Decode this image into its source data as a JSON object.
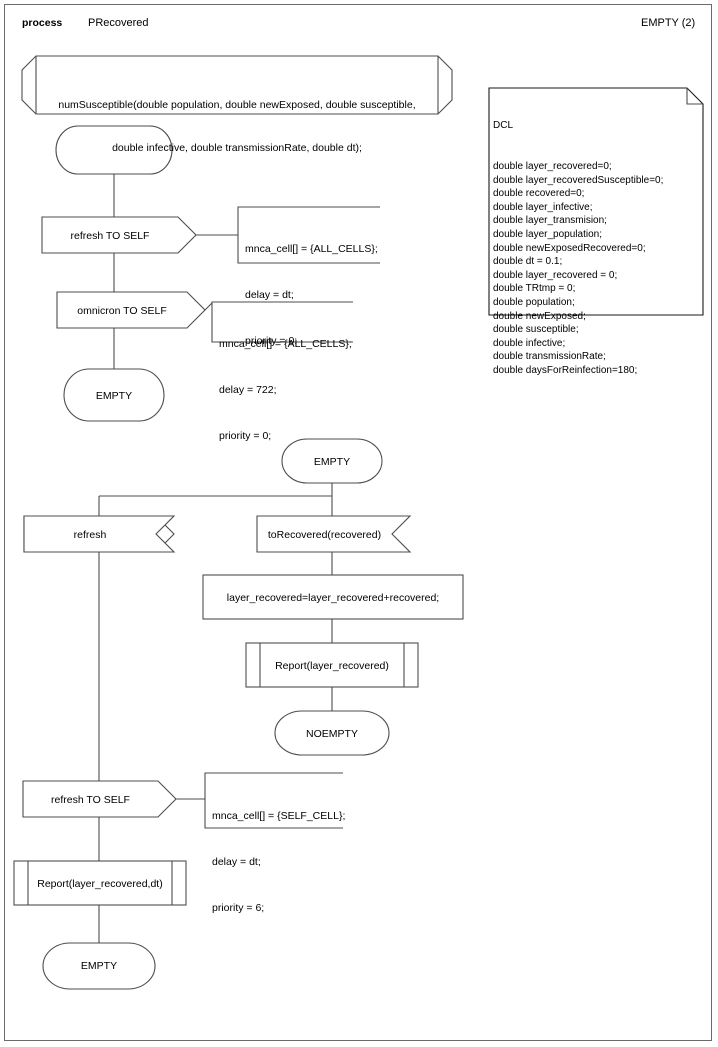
{
  "header": {
    "keyword": "process",
    "name": "PRecovered",
    "state_count": "EMPTY (2)"
  },
  "dcl": {
    "title": "DCL",
    "lines": [
      "double layer_recovered=0;",
      "double layer_recoveredSusceptible=0;",
      "double recovered=0;",
      "double layer_infective;",
      "double layer_transmision;",
      "double layer_population;",
      "double newExposedRecovered=0;",
      "double dt = 0.1;",
      "double layer_recovered = 0;",
      "double TRtmp = 0;",
      "double population;",
      "double newExposed;",
      "double susceptible;",
      "double infective;",
      "double transmissionRate;",
      "double daysForReinfection=180;"
    ]
  },
  "nodes": {
    "procedure_decl": {
      "line1": "numSusceptible(double population, double newExposed, double susceptible,",
      "line2": "double infective, double transmissionRate, double dt);"
    },
    "start_state": {
      "label": ""
    },
    "output_refresh_self_1": {
      "label": "refresh TO SELF"
    },
    "output_omnicron_self": {
      "label": "omnicron TO SELF"
    },
    "state_empty_1": {
      "label": "EMPTY"
    },
    "state_empty_2": {
      "label": "EMPTY"
    },
    "input_refresh": {
      "label": "refresh"
    },
    "input_to_recovered": {
      "label": "toRecovered(recovered)"
    },
    "task_layer_recovered": {
      "label": "layer_recovered=layer_recovered+recovered;"
    },
    "call_report_1": {
      "label": "Report(layer_recovered)"
    },
    "state_noempty": {
      "label": "NOEMPTY"
    },
    "output_refresh_self_2": {
      "label": "refresh TO SELF"
    },
    "call_report_2": {
      "label": "Report(layer_recovered,dt)"
    },
    "state_empty_3": {
      "label": "EMPTY"
    }
  },
  "comments": {
    "comment_refresh_1": {
      "lines": [
        "mnca_cell[] = {ALL_CELLS};",
        "delay = dt;",
        "priority = 0;"
      ]
    },
    "comment_omnicron": {
      "lines": [
        "mnca_cell[] = {ALL_CELLS};",
        "delay = 722;",
        "priority = 0;"
      ]
    },
    "comment_refresh_2": {
      "lines": [
        "mnca_cell[] = {SELF_CELL};",
        "delay = dt;",
        "priority = 6;"
      ]
    }
  },
  "colors": {
    "stroke": "#4d4d4d",
    "text": "#000000",
    "background": "#ffffff"
  }
}
